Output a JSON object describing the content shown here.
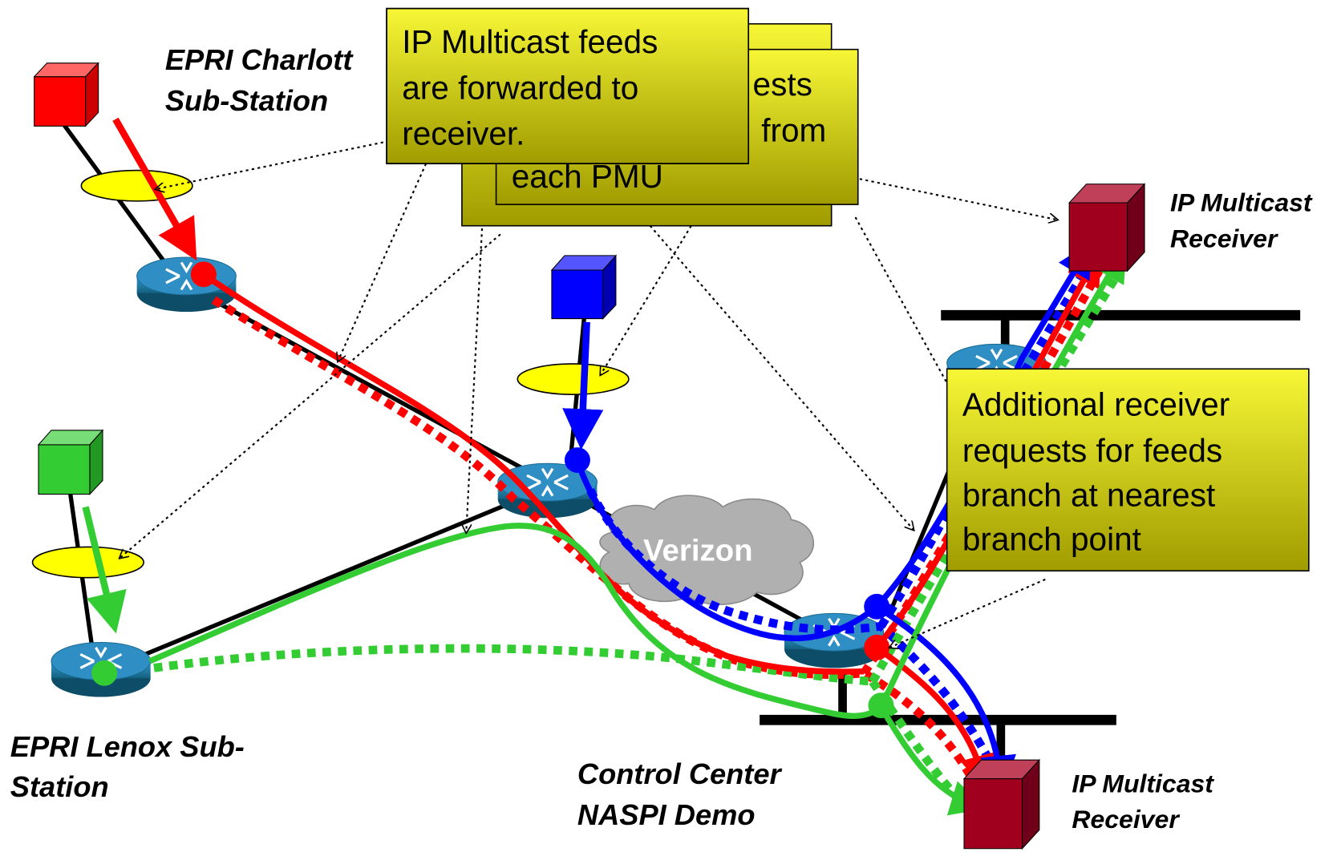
{
  "labels": {
    "charlotte": [
      "EPRI Charlott",
      "Sub-Station"
    ],
    "receiver_top": [
      "IP Multicast",
      "Receiver"
    ],
    "lenox": [
      "EPRI Lenox Sub-",
      "Station"
    ],
    "control_center": [
      "Control Center",
      "NASPI Demo"
    ],
    "receiver_bottom": [
      "IP Multicast",
      "Receiver"
    ],
    "cloud": "Verizon"
  },
  "callouts": {
    "front": [
      "IP Multicast feeds",
      "are forwarded to",
      "receiver."
    ],
    "middle": [
      "ests",
      "from",
      "each PMU"
    ],
    "branch": [
      "Additional receiver",
      "requests for feeds",
      "branch at nearest",
      "branch point"
    ]
  },
  "colors": {
    "charlotte_feed": "#ff0000",
    "pmu_blue_feed": "#0000ff",
    "lenox_feed": "#33cc33",
    "router": "#1e7fb0",
    "pmu_ellipse": "#ffff00",
    "receiver": "#a0001e",
    "callout_top": "#f7f736",
    "callout_bottom": "#a09c00",
    "cloud": "#b0b0b0"
  },
  "icons": [
    "pmu-cube-icon",
    "router-icon",
    "receiver-icon",
    "cloud-icon"
  ]
}
